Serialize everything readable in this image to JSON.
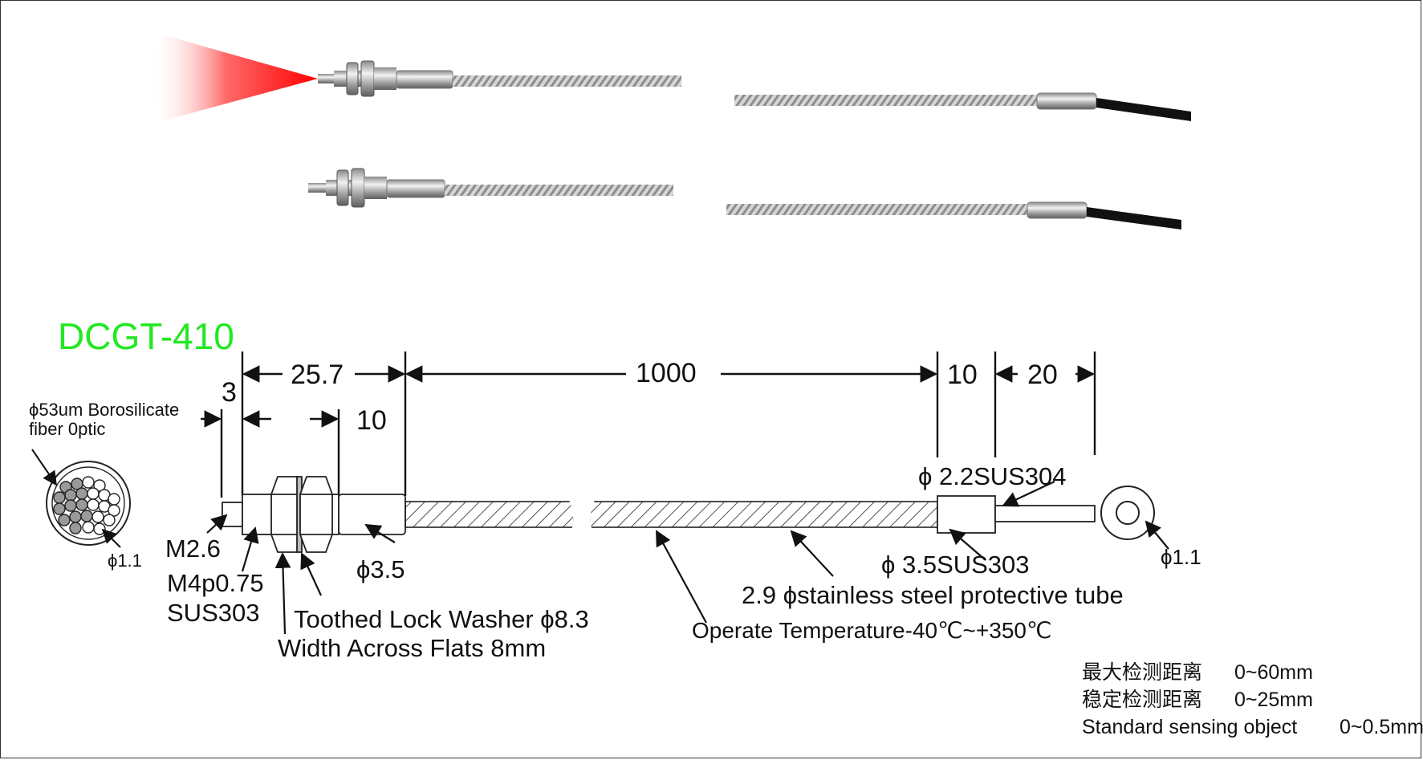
{
  "model_label": "DCGT-410",
  "colors": {
    "model": "#22e822",
    "beam": "#ff1a1a",
    "line": "#111111"
  },
  "dimensions": {
    "d3": "3",
    "d25_7": "25.7",
    "d10_nut": "10",
    "d1000": "1000",
    "d10_ferrule": "10",
    "d20_probe": "20"
  },
  "labels": {
    "fiber_line1": "ϕ53um Borosilicate",
    "fiber_line2": "fiber 0ptic",
    "dia_fiber_bundle": "ϕ1.1",
    "m26": "M2.6",
    "m4": "M4p0.75",
    "sus303_thread": "SUS303",
    "dia35": "ϕ3.5",
    "washer": "Toothed Lock Washer ϕ8.3",
    "flats": "Width Across Flats 8mm",
    "probe_tube": "ϕ 2.2SUS304",
    "ferrule": "ϕ 3.5SUS303",
    "tube": "2.9 ϕstainless steel protective tube",
    "temperature": "Operate Temperature-40℃~+350℃",
    "dia_end": "ϕ1.1"
  },
  "specs": [
    {
      "name": "最大检测距离",
      "value": "0~60mm"
    },
    {
      "name": "稳定检测距离",
      "value": "0~25mm"
    },
    {
      "name": "Standard sensing object",
      "value": "0~0.5mm"
    }
  ],
  "icons": [
    "red-beam-icon",
    "fiber-sensor-photo-icon",
    "fiber-bundle-cross-section-icon",
    "probe-end-ring-icon"
  ]
}
